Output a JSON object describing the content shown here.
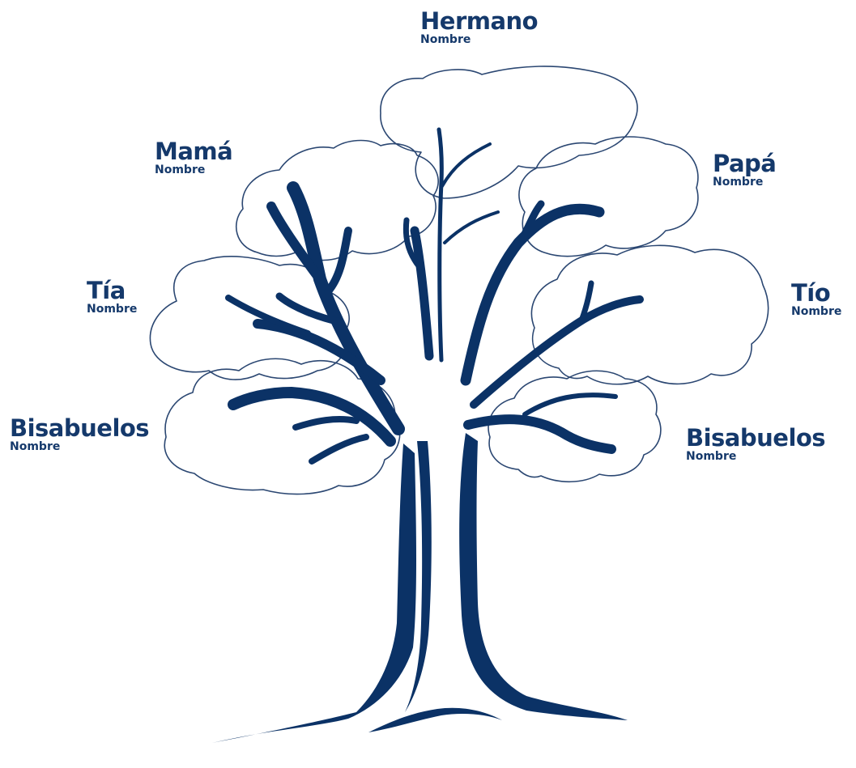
{
  "colors": {
    "ink": "#15396b",
    "outline": "#2b4772",
    "background": "#ffffff"
  },
  "members": {
    "hermano": {
      "role": "Hermano",
      "name": "Nombre"
    },
    "mama": {
      "role": "Mamá",
      "name": "Nombre"
    },
    "papa": {
      "role": "Papá",
      "name": "Nombre"
    },
    "tia": {
      "role": "Tía",
      "name": "Nombre"
    },
    "tio": {
      "role": "Tío",
      "name": "Nombre"
    },
    "bisabuelos_left": {
      "role": "Bisabuelos",
      "name": "Nombre"
    },
    "bisabuelos_right": {
      "role": "Bisabuelos",
      "name": "Nombre"
    }
  }
}
